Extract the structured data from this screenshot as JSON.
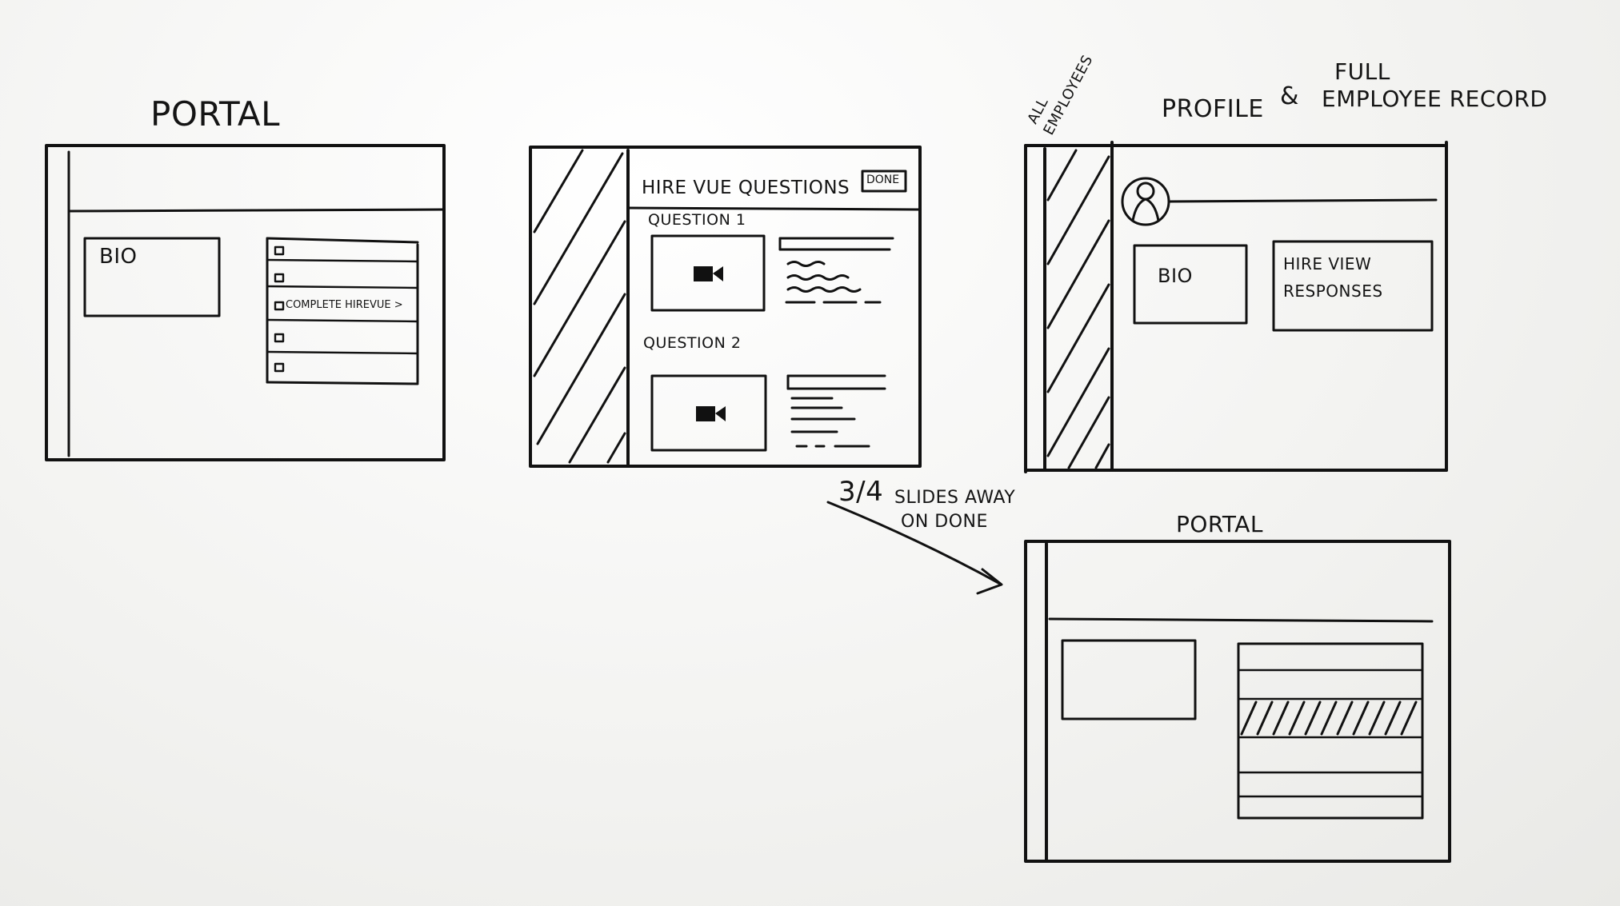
{
  "sketch1": {
    "title": "Portal",
    "bio_label": "Bio",
    "task_label": "Complete HireVue >"
  },
  "sketch2": {
    "header_title": "Hire Vue Questions",
    "done_label": "Done",
    "question1_label": "Question 1",
    "question2_label": "Question 2"
  },
  "sketch3": {
    "title_line1": "Profile",
    "title_amp": "&",
    "title_full": "Full",
    "title_line2": "Employee Record",
    "sidebar_label_line1": "All",
    "sidebar_label_line2": "Employees",
    "bio_label": "Bio",
    "responses_line1": "Hire View",
    "responses_line2": "Responses"
  },
  "annotation": {
    "fraction": "3/4",
    "line1": "Slides away",
    "line2": "on Done"
  },
  "sketch4": {
    "title": "Portal"
  },
  "icons": {
    "video": "video-camera-icon",
    "avatar": "person-avatar-icon",
    "checkbox": "checkbox-icon"
  }
}
